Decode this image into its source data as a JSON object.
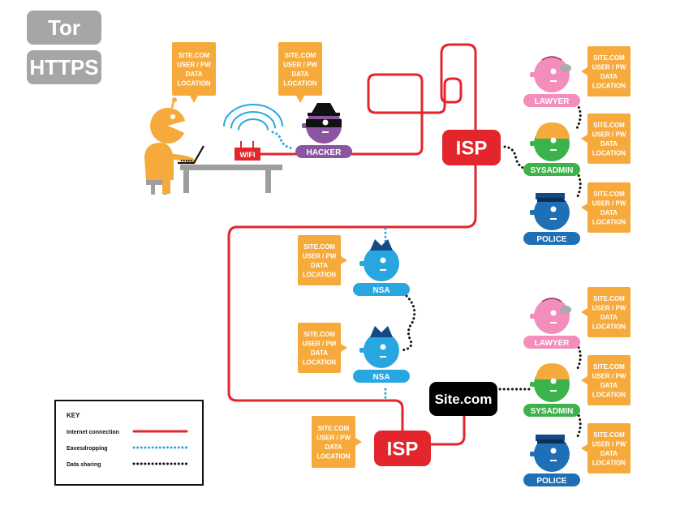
{
  "toggles": [
    {
      "label": "Tor",
      "active": false
    },
    {
      "label": "HTTPS",
      "active": false
    }
  ],
  "info_lines": [
    "SITE.COM",
    "USER / PW",
    "DATA",
    "LOCATION"
  ],
  "labels": {
    "wifi": "WIFI",
    "hacker": "HACKER",
    "lawyer": "LAWYER",
    "sysadmin": "SYSADMIN",
    "police": "POLICE",
    "nsa": "NSA",
    "isp": "ISP",
    "site": "Site.com"
  },
  "key": {
    "title": "KEY",
    "items": [
      {
        "label": "Internet connection",
        "color": "#e2262b",
        "style": "solid"
      },
      {
        "label": "Eavesdropping",
        "color": "#29a8e0",
        "style": "dotted"
      },
      {
        "label": "Data sharing",
        "color": "#111111",
        "style": "dotted"
      }
    ]
  },
  "colors": {
    "connection": "#e2262b",
    "eavesdrop": "#29a8e0",
    "sharing": "#111111",
    "info_box": "#f7aa3c",
    "user": "#f7aa3c",
    "hacker": "#8b55a0",
    "lawyer": "#f28dbc",
    "sysadmin": "#3cb34a",
    "police": "#1f6fb7",
    "nsa": "#27a6e0",
    "isp": "#e2262b",
    "site": "#000000"
  }
}
